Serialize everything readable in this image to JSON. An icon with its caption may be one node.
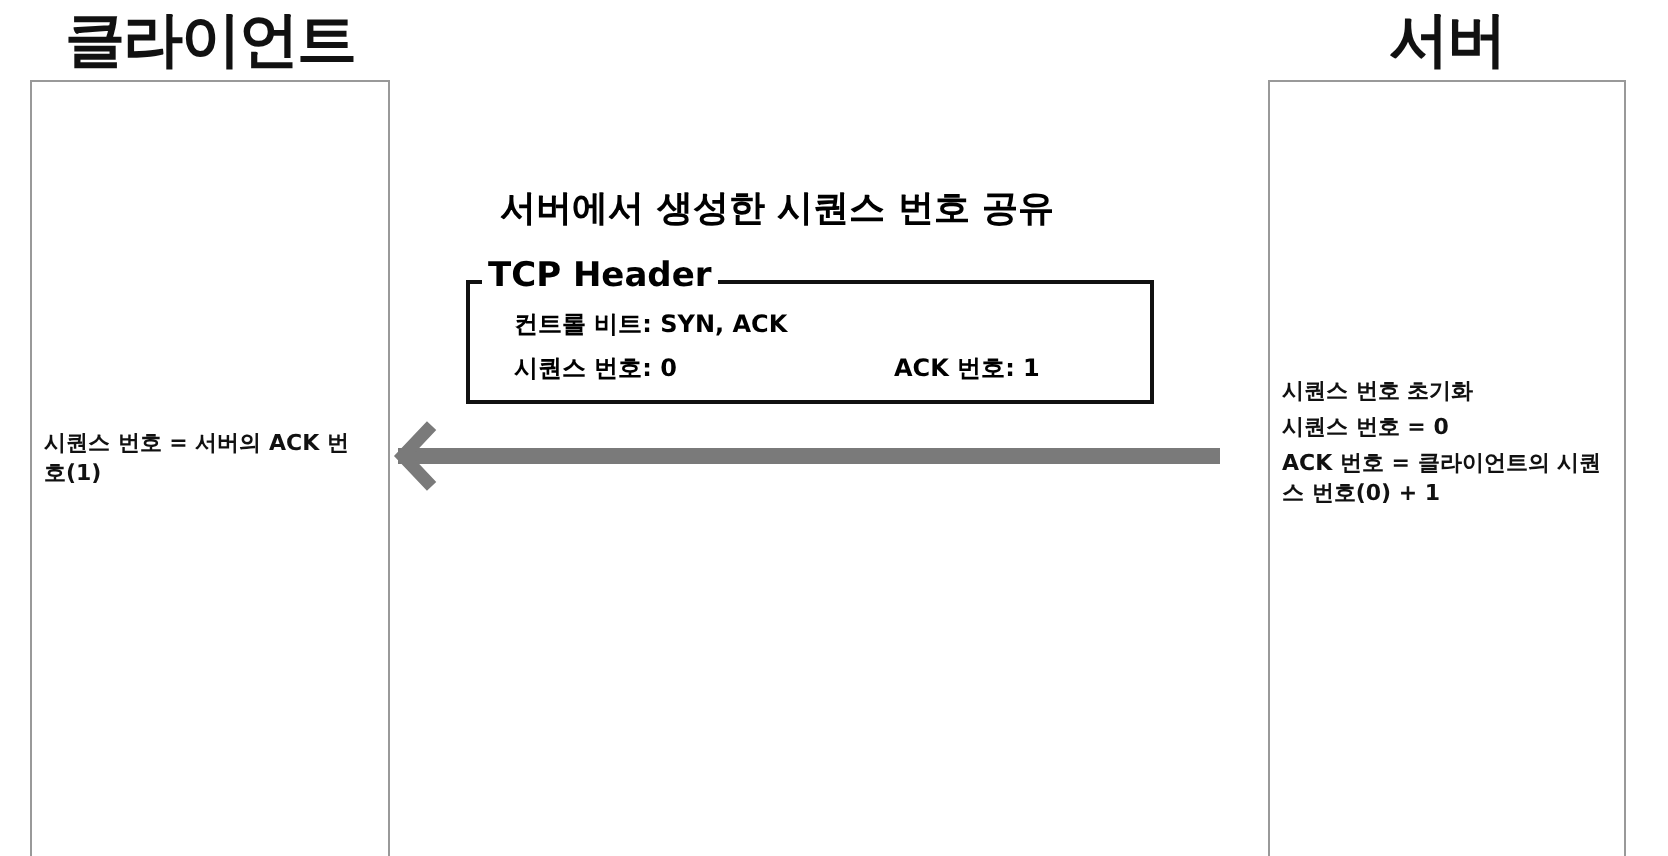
{
  "diagram": {
    "nodes": [
      {
        "text": [
          "클라이언트",
          "시퀀스 번호 = 서버의 ACK 번호(1)"
        ]
      },
      {
        "text": [
          "서버",
          "시퀀스 번호 초기화",
          "시퀀스 번호 = 0",
          "ACK 번호 = 클라이언트의 시퀀스 번호(0) + 1"
        ]
      },
      {
        "text": [
          "TCP Header",
          "컨트롤 비트: SYN, ACK",
          "시퀀스 번호: 0",
          "ACK 번호: 1"
        ],
        "beside": [
          "서버에서 생성한 시퀀스 번호 공유"
        ]
      }
    ],
    "edges": [
      {
        "from": 1,
        "to": 0,
        "arrow": "to",
        "color": "#7a7a7a"
      }
    ]
  }
}
